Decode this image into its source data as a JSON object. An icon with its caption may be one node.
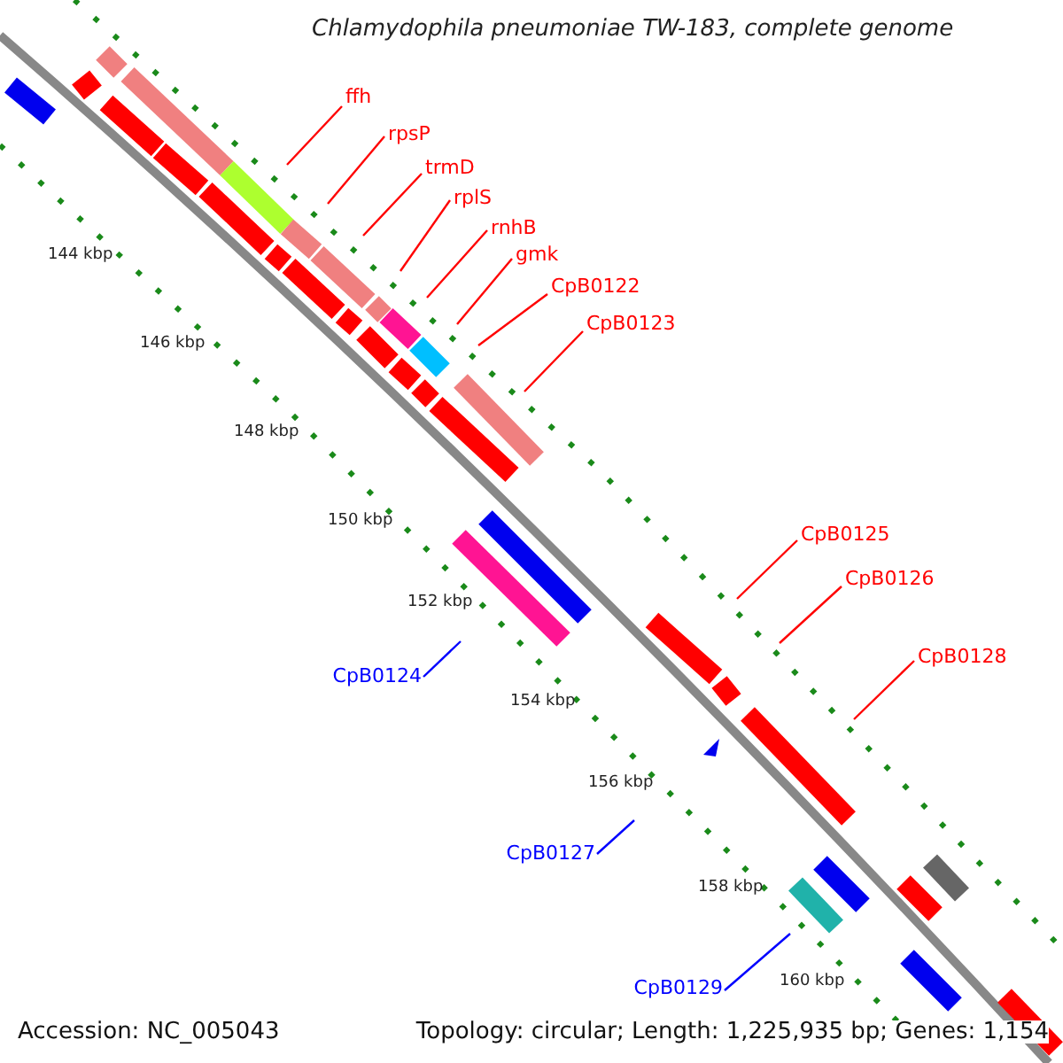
{
  "diagram": {
    "title": "Chlamydophila pneumoniae TW-183, complete genome",
    "nodes": [
      {
        "text": [
          "ffh"
        ]
      },
      {
        "text": [
          "rpsP"
        ]
      },
      {
        "text": [
          "trmD"
        ]
      },
      {
        "text": [
          "rplS"
        ]
      },
      {
        "text": [
          "rnhB"
        ]
      },
      {
        "text": [
          "gmk"
        ]
      },
      {
        "text": [
          "CpB0122"
        ]
      },
      {
        "text": [
          "CpB0123"
        ]
      },
      {
        "text": [
          "CpB0125"
        ]
      },
      {
        "text": [
          "CpB0126"
        ]
      },
      {
        "text": [
          "CpB0128"
        ]
      },
      {
        "text": [
          "CpB0124"
        ]
      },
      {
        "text": [
          "CpB0127"
        ]
      },
      {
        "text": [
          "CpB0129"
        ]
      }
    ],
    "edges": [
      {
        "from": 0,
        "to": null,
        "arrow": "none"
      },
      {
        "from": 1,
        "to": null,
        "arrow": "none"
      },
      {
        "from": 2,
        "to": null,
        "arrow": "none"
      },
      {
        "from": 3,
        "to": null,
        "arrow": "none"
      },
      {
        "from": 4,
        "to": null,
        "arrow": "none"
      },
      {
        "from": 5,
        "to": null,
        "arrow": "none"
      },
      {
        "from": 6,
        "to": null,
        "arrow": "none"
      },
      {
        "from": 7,
        "to": null,
        "arrow": "none"
      },
      {
        "from": 8,
        "to": null,
        "arrow": "none"
      },
      {
        "from": 9,
        "to": null,
        "arrow": "none"
      },
      {
        "from": 10,
        "to": null,
        "arrow": "none"
      },
      {
        "from": 11,
        "to": null,
        "arrow": "none",
        "color": "#0000ff"
      },
      {
        "from": 12,
        "to": null,
        "arrow": "none",
        "color": "#0000ff"
      },
      {
        "from": 13,
        "to": null,
        "arrow": "none",
        "color": "#0000ff"
      }
    ],
    "labels": [
      "144 kbp",
      "146 kbp",
      "148 kbp",
      "150 kbp",
      "152 kbp",
      "154 kbp",
      "156 kbp",
      "158 kbp",
      "160 kbp",
      "Accession: NC_005043",
      "Topology: circular; Length: 1,225,935 bp; Genes: 1,154"
    ]
  }
}
